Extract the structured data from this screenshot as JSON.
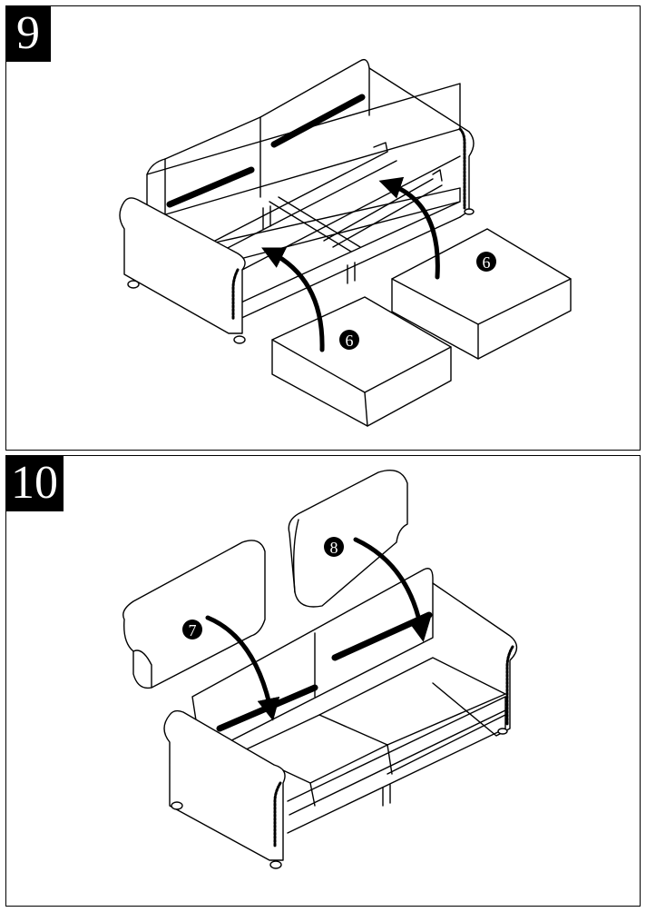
{
  "steps": [
    {
      "number": "9",
      "callouts": [
        "6",
        "6"
      ]
    },
    {
      "number": "10",
      "callouts": [
        "7",
        "8"
      ]
    }
  ],
  "colors": {
    "line": "#000000",
    "background": "#ffffff",
    "badge": "#000000",
    "badge_text": "#ffffff"
  }
}
